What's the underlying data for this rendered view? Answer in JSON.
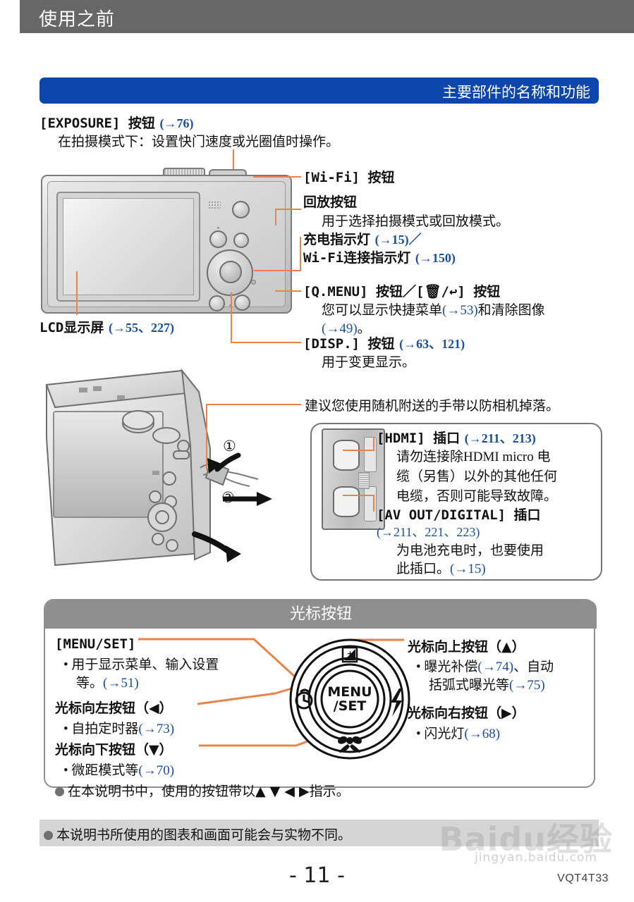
{
  "header": {
    "running_title": "使用之前"
  },
  "section_bar": {
    "title": "主要部件的名称和功能"
  },
  "callouts": {
    "exposure": {
      "label": "[EXPOSURE] 按钮",
      "ref": "(→76)",
      "desc": "在拍摄模式下：设置快门速度或光圈值时操作。"
    },
    "wifi": {
      "label": "[Wi-Fi] 按钮"
    },
    "playback": {
      "label": "回放按钮",
      "desc": "用于选择拍摄模式或回放模式。"
    },
    "charge_lamp": {
      "line1": "充电指示灯",
      "ref1": "(→15)／",
      "line2": "Wi-Fi连接指示灯",
      "ref2": "(→150)"
    },
    "qmenu": {
      "label": "[Q.MENU] 按钮／[🗑/↩] 按钮",
      "desc1": "您可以显示快捷菜单",
      "ref1": "(→53)",
      "desc2": "和清除图像",
      "ref2": "(→49)",
      "desc3": "。"
    },
    "disp": {
      "label": "[DISP.] 按钮",
      "ref": "(→63、121)",
      "desc": "用于变更显示。"
    },
    "lcd": {
      "label": "LCD显示屏",
      "ref": "(→55、227)"
    },
    "strap": {
      "desc": "建议您使用随机附送的手带以防相机掉落。"
    },
    "hdmi": {
      "label": "[HDMI] 插口",
      "ref": "(→211、213)",
      "desc1": "请勿连接除HDMI micro 电",
      "desc2": "缆（另售）以外的其他任何",
      "desc3": "电缆，否则可能导致故障。"
    },
    "av_out": {
      "label": "[AV OUT/DIGITAL] 插口",
      "ref": "(→211、221、223)",
      "desc1": "为电池充电时，也要使用",
      "desc2": "此插口。",
      "ref2": "(→15)"
    },
    "step1": "①",
    "step2": "②"
  },
  "cursor_panel": {
    "title": "光标按钮",
    "menu_set": {
      "label": "[MENU/SET]",
      "bullet1": "• 用于显示菜单、输入设置",
      "bullet1b": "等。",
      "ref1": "(→51)"
    },
    "left": {
      "label": "光标向左按钮（◀）",
      "bullet": "• 自拍定时器",
      "ref": "(→73)"
    },
    "down": {
      "label": "光标向下按钮（▼）",
      "bullet": "• 微距模式等",
      "ref": "(→70)"
    },
    "up": {
      "label": "光标向上按钮（▲）",
      "bullet1": "• 曝光补偿",
      "ref1": "(→74)",
      "bullet1b": "、自动",
      "bullet2": "括弧式曝光等",
      "ref2": "(→75)"
    },
    "right": {
      "label": "光标向右按钮（▶）",
      "bullet": "• 闪光灯",
      "ref": "(→68)"
    },
    "dial": {
      "center_line1": "MENU",
      "center_line2": "/SET",
      "top_icon": "⊞",
      "left_icon": "⏱",
      "right_icon": "⚡",
      "bottom_icon": "❀"
    },
    "footnote": "在本说明书中，使用的按钮带以▲ ▼ ◀ ▶指示。"
  },
  "bottom_note": "本说明书所使用的图表和画面可能会与实物不同。",
  "footer": {
    "page_number": "- 11 -",
    "doc_code": "VQT4T33"
  },
  "watermark": {
    "line1": "Baidu经验",
    "line2": "jingyan.baidu.com"
  },
  "colors": {
    "header_gray": "#676767",
    "section_blue": "#0c46ad",
    "leader_orange": "#e8834a",
    "reference_blue": "#1b4f9c",
    "panel_gray": "#8f8f8f",
    "strip_gray": "#d5d5d5"
  }
}
